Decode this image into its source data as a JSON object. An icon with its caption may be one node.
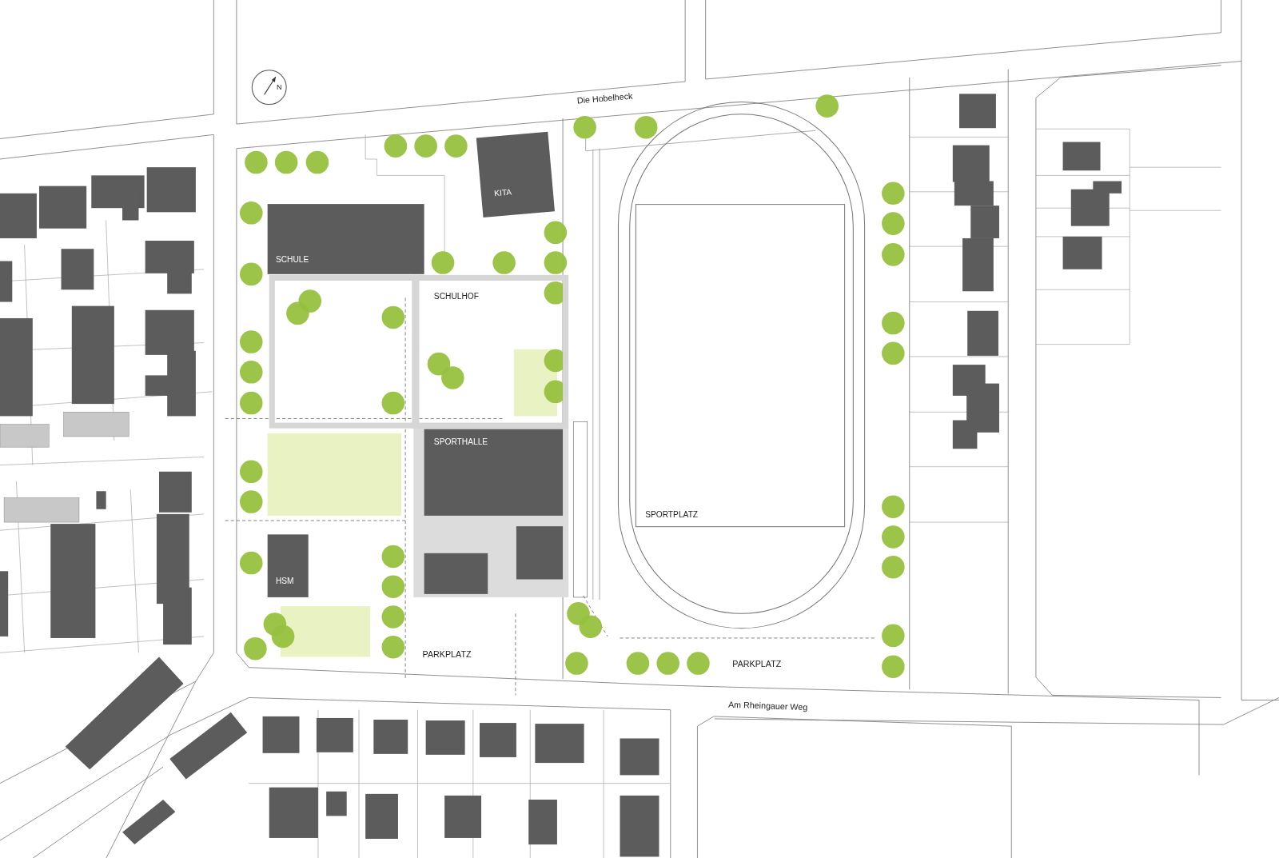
{
  "diagram": {
    "nodes": [
      {
        "text": [
          "SCHULE"
        ]
      },
      {
        "text": [
          "KITA"
        ]
      },
      {
        "text": [
          "SCHULHOF"
        ]
      },
      {
        "text": [
          "SPORTHALLE"
        ]
      },
      {
        "text": [
          "HSM"
        ]
      },
      {
        "text": [
          "SPORTPLATZ"
        ]
      }
    ],
    "labels": [
      "N",
      "Die Hobelheck",
      "PARKPLATZ",
      "PARKPLATZ",
      "Am Rheingauer Weg"
    ]
  }
}
